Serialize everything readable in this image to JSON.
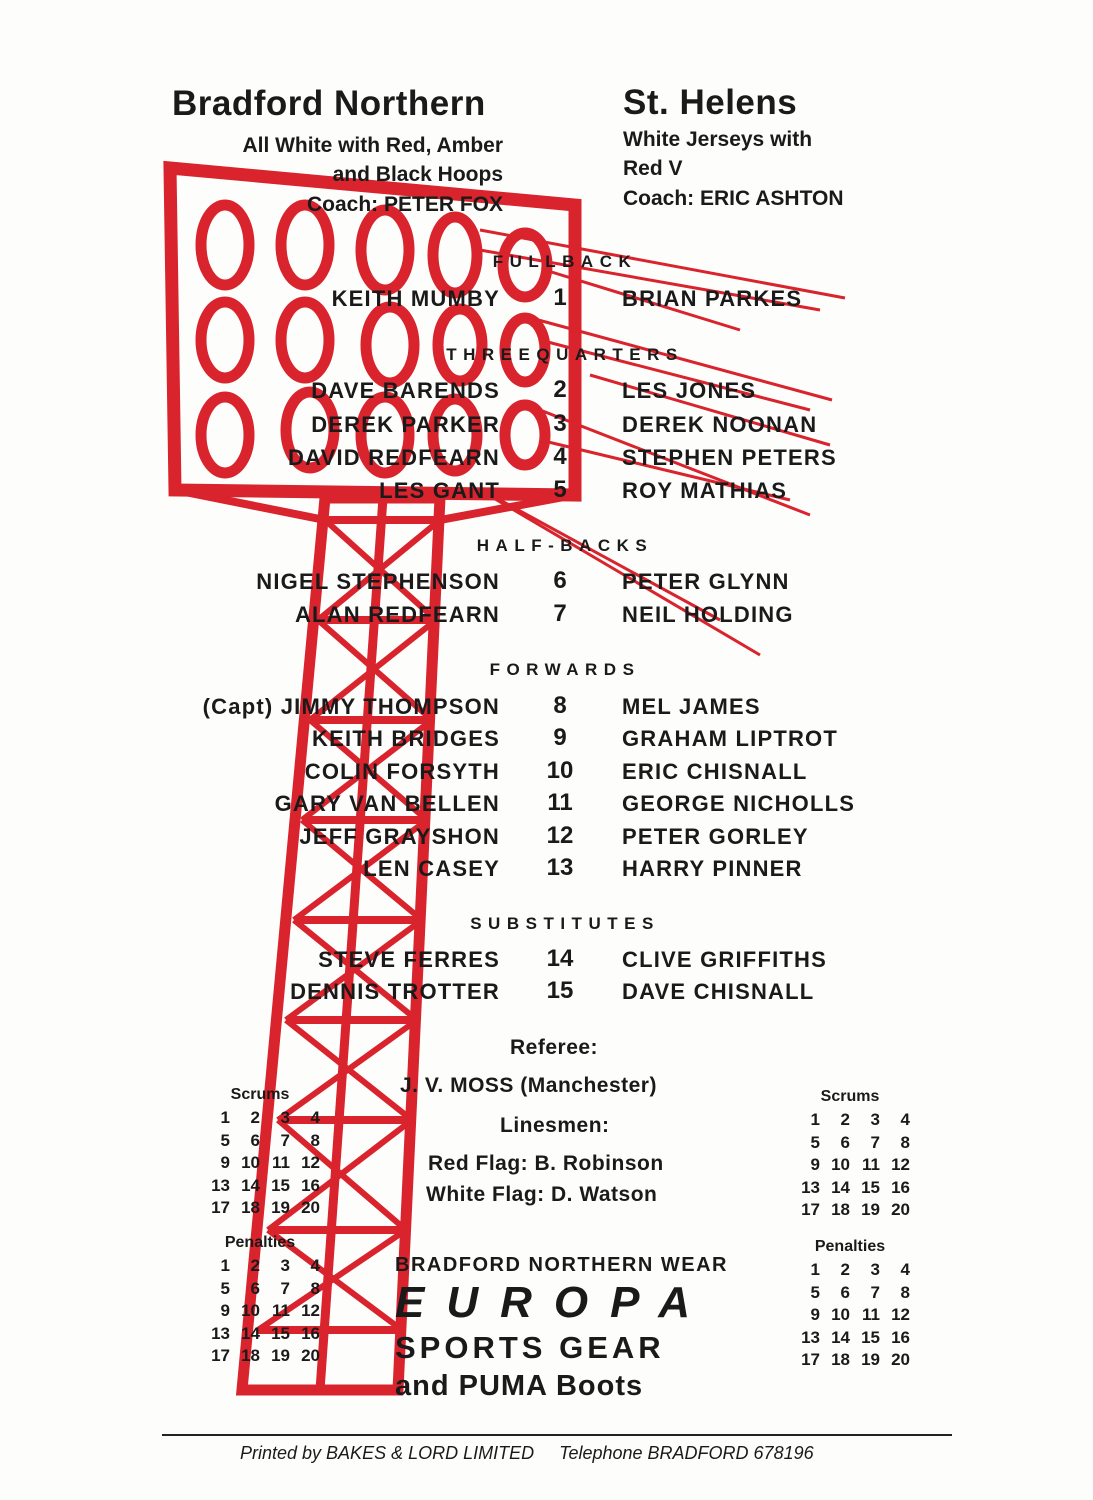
{
  "home": {
    "team": "Bradford Northern",
    "colours_line1": "All White with Red, Amber",
    "colours_line2": "and Black Hoops",
    "coach": "Coach:  PETER  FOX"
  },
  "away": {
    "team": "St. Helens",
    "colours_line1": "White Jerseys with",
    "colours_line2": "Red V",
    "coach": "Coach:  ERIC  ASHTON"
  },
  "sections": [
    {
      "heading": "FULLBACK",
      "rows": [
        {
          "home": "KEITH  MUMBY",
          "num": "1",
          "away": "BRIAN  PARKES"
        }
      ]
    },
    {
      "heading": "THREEQUARTERS",
      "rows": [
        {
          "home": "DAVE  BARENDS",
          "num": "2",
          "away": "LES  JONES"
        },
        {
          "home": "DEREK  PARKER",
          "num": "3",
          "away": "DEREK  NOONAN"
        },
        {
          "home": "DAVID  REDFEARN",
          "num": "4",
          "away": "STEPHEN  PETERS"
        },
        {
          "home": "LES  GANT",
          "num": "5",
          "away": "ROY  MATHIAS"
        }
      ]
    },
    {
      "heading": "HALF-BACKS",
      "rows": [
        {
          "home": "NIGEL  STEPHENSON",
          "num": "6",
          "away": "PETER  GLYNN"
        },
        {
          "home": "ALAN  REDFEARN",
          "num": "7",
          "away": "NEIL  HOLDING"
        }
      ]
    },
    {
      "heading": "FORWARDS",
      "rows": [
        {
          "home": "(Capt)  JIMMY  THOMPSON",
          "num": "8",
          "away": "MEL  JAMES"
        },
        {
          "home": "KEITH  BRIDGES",
          "num": "9",
          "away": "GRAHAM  LIPTROT"
        },
        {
          "home": "COLIN  FORSYTH",
          "num": "10",
          "away": "ERIC  CHISNALL"
        },
        {
          "home": "GARY  VAN  BELLEN",
          "num": "11",
          "away": "GEORGE  NICHOLLS"
        },
        {
          "home": "JEFF  GRAYSHON",
          "num": "12",
          "away": "PETER  GORLEY"
        },
        {
          "home": "LEN  CASEY",
          "num": "13",
          "away": "HARRY  PINNER"
        }
      ]
    },
    {
      "heading": "SUBSTITUTES",
      "rows": [
        {
          "home": "STEVE  FERRES",
          "num": "14",
          "away": "CLIVE  GRIFFITHS"
        },
        {
          "home": "DENNIS  TROTTER",
          "num": "15",
          "away": "DAVE  CHISNALL"
        }
      ]
    }
  ],
  "officials": {
    "referee_label": "Referee:",
    "referee": "J.  V.  MOSS  (Manchester)",
    "linesmen_label": "Linesmen:",
    "red_flag": "Red Flag:  B.  Robinson",
    "white_flag": "White Flag:  D.  Watson"
  },
  "tally": {
    "scrums_label": "Scrums",
    "penalties_label": "Penalties",
    "numbers": [
      "1",
      "2",
      "3",
      "4",
      "5",
      "6",
      "7",
      "8",
      "9",
      "10",
      "11",
      "12",
      "13",
      "14",
      "15",
      "16",
      "17",
      "18",
      "19",
      "20"
    ]
  },
  "advert": {
    "line1": "BRADFORD NORTHERN WEAR",
    "line2": "EUROPA",
    "line3": "SPORTS  GEAR",
    "line4": "and PUMA Boots"
  },
  "footer": {
    "printer": "Printed by BAKES & LORD LIMITED",
    "telephone": "Telephone BRADFORD 678196"
  },
  "colors": {
    "red": "#d9232d",
    "ink": "#1a1a1a"
  }
}
